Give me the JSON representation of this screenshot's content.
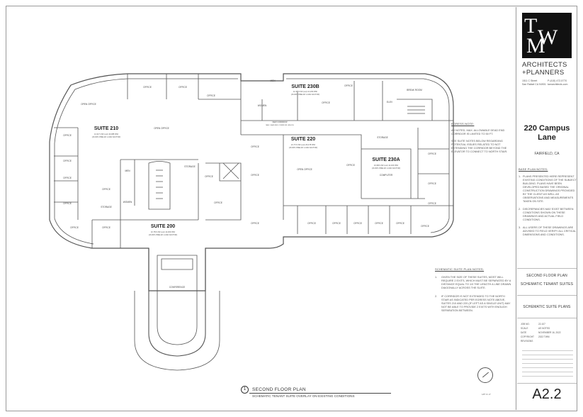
{
  "firm": {
    "name_line1": "ARCHITECTS",
    "name_line2": "+PLANNERS",
    "address_line1": "1511 C Street",
    "address_line2": "San Rafael CA 94901",
    "phone": "P (415) 472-5770",
    "web": "tamarchitects.com"
  },
  "project": {
    "name": "220 Campus Lane",
    "city": "FAIRFIELD, CA"
  },
  "egress": {
    "heading": "EGRESS NOTE:",
    "para1": "AS NOTED, MAX. ALLOWABLE DEAD END CORRIDOR IS LIMITED TO 50 FT.",
    "para2": "SEE SUITE NOTES BELOW REGARDING POTENTIAL ISSUES RELATED TO NOT EXTENDING THE CORRIDOR BEYOND THE ELEVATOR TO CONNECT TO NORTH STAIR."
  },
  "base_notes": {
    "heading": "BASE PLAN NOTES:",
    "items": [
      {
        "num": "1.",
        "text": "PLANS PRESENTED HERE REPRESENT EXISTING CONDITIONS OF THE SUBJECT BUILDING. PLANS HAVE BEEN DEVELOPED BASED THE ORIGINAL CONSTRUCTION DRAWINGS PROVIDED BY THE CLIENT AS WELL AS OBSERVATIONS AND MEASUREMENTS TAKEN ON SITE."
      },
      {
        "num": "2.",
        "text": "DISCREPANCIES MAY EXIST BETWEEN CONDITIONS SHOWN ON THESE DRAWINGS AND ACTUAL FIELD CONDITIONS."
      },
      {
        "num": "3.",
        "text": "ALL USERS OF THESE DRAWINGS ARE ADVISED TO FIELD VERIFY ALL CRITICAL DIMENSIONS AND CONDITIONS."
      }
    ]
  },
  "schematic_notes": {
    "heading": "SCHEMATIC SUITE PLAN NOTES:",
    "items": [
      {
        "num": "1.",
        "text": "GIVEN THE SIZE OF THESE SUITES, MOST WILL REQUIRE 2 EXITS, WHICH MUST BE SEPARATED BY A DISTANCE EQUAL TO 1/3 THE LENGTH A LINE DRAWN DIAGONALLY ACROSS THE SUITE."
      },
      {
        "num": "2.",
        "text": "IF CORRIDOR IS NOT EXTENDED TO THE NORTH STAIR AS INDICATED PER EGRESS NOTE ABOVE, SUITES 210 AND 220 (IF LEFT AS A SINGLE UNIT) MAY NOT BE ABLE TO PROVIDE 2 EXITS WITH ENOUGH SEPARATION BETWEEN."
      }
    ]
  },
  "sheet": {
    "name1": "SECOND FLOOR PLAN",
    "name2": "SCHEMATIC TENANT SUITES",
    "name3": "SCHEMATIC SUITE PLANS",
    "number": "A2.2",
    "meta": [
      {
        "k": "JOB NO.",
        "v": "22-107"
      },
      {
        "k": "SCALE",
        "v": "AS NOTED"
      },
      {
        "k": "DATE",
        "v": "NOVEMBER 16, 2022"
      },
      {
        "k": "COPYRIGHT",
        "v": "2022 TWM"
      },
      {
        "k": "REVISIONS",
        "v": ""
      }
    ]
  },
  "plan": {
    "number": "1",
    "title": "SECOND FLOOR PLAN",
    "subtitle": "SCHEMATIC TENANT SUITE OVERLAY ON EXISTING CONDITIONS",
    "scale": "1/8\"=1'-0\"",
    "suites": [
      {
        "id": "210",
        "label": "SUITE 210",
        "area": "14,317 USF (est) 16,088 RSF",
        "factor": "(16.00% PRELIM. LOAD FACTOR)"
      },
      {
        "id": "200",
        "label": "SUITE 200",
        "area": "10,753 USF (est) 14,469 RSF",
        "factor": "(16.00% PRELIM. LOAD FACTOR)"
      },
      {
        "id": "230b",
        "label": "SUITE 230B",
        "area": "11,958 USF (est) 12,209 RSF",
        "factor": "(16.00% PRELIM. LOAD FACTOR)"
      },
      {
        "id": "220",
        "label": "SUITE 220",
        "area": "24,774 USF (est) 26,478 RSF",
        "factor": "(16.00% PRELIM. LOAD FACTOR)"
      },
      {
        "id": "230a",
        "label": "SUITE 230A",
        "area": "10,966 USF (est) 12,323 RSF",
        "factor": "(16.00% PRELIM. LOAD FACTOR)"
      }
    ],
    "rooms": {
      "office": "OFFICE",
      "open_office": "OPEN OFFICE",
      "storage": "STORAGE",
      "men": "MEN",
      "women": "WOMEN",
      "conference": "CONFERENCE",
      "computer": "COMPUTER",
      "break_room": "BREAK ROOM",
      "elev": "ELEV",
      "corridor": "NEW CORRIDOR",
      "dead_end": "MAX. DEAD END CORRIDOR LENGTH"
    }
  }
}
